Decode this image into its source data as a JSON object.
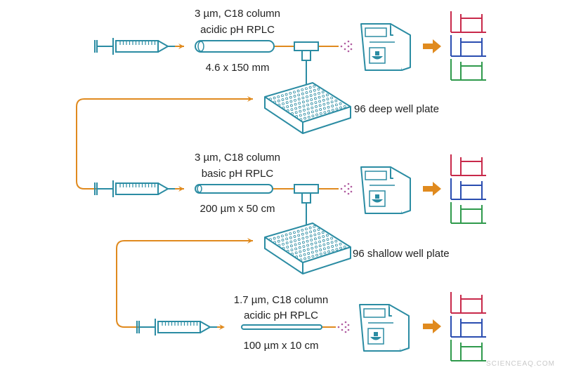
{
  "colors": {
    "line": "#2b8ca3",
    "tube": "#e08a1e",
    "arrow": "#e08a1e",
    "chrom_red": "#c8294a",
    "chrom_blue": "#2a4db0",
    "chrom_green": "#2f9a4c"
  },
  "stages": [
    {
      "col_line1": "3 µm, C18 column",
      "col_line2": "acidic pH RPLC",
      "dims": "4.6 x 150 mm"
    },
    {
      "col_line1": "3 µm, C18 column",
      "col_line2": "basic pH RPLC",
      "dims": "200 µm x 50 cm"
    },
    {
      "col_line1": "1.7 µm, C18 column",
      "col_line2": "acidic pH RPLC",
      "dims": "100 µm x 10 cm"
    }
  ],
  "plates": [
    {
      "label": "96 deep well plate"
    },
    {
      "label": "96 shallow well plate"
    }
  ],
  "watermark": "SCIENCEAQ.COM",
  "icons": [
    "syringe-icon",
    "column-icon",
    "tee-connector-icon",
    "spray-icon",
    "mass-spectrometer-icon",
    "arrow-right-icon",
    "chromatogram-icon",
    "well-plate-icon"
  ]
}
